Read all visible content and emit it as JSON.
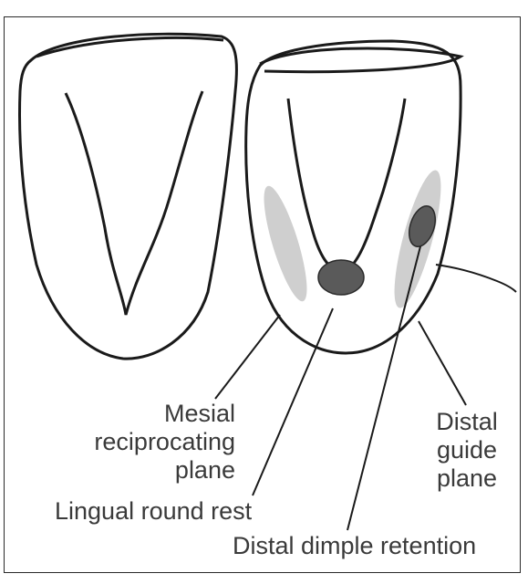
{
  "labels": {
    "mesial_reciprocating_plane": [
      "Mesial",
      "reciprocating",
      "plane"
    ],
    "distal_guide_plane": [
      "Distal",
      "guide",
      "plane"
    ],
    "lingual_round_rest": "Lingual round rest",
    "distal_dimple_retention": "Distal dimple retention"
  },
  "colors": {
    "outline": "#1a1a1a",
    "guide_plane_fill": "#cfcfcf",
    "rest_fill": "#5a5a5a",
    "text": "#3a3a3a"
  }
}
